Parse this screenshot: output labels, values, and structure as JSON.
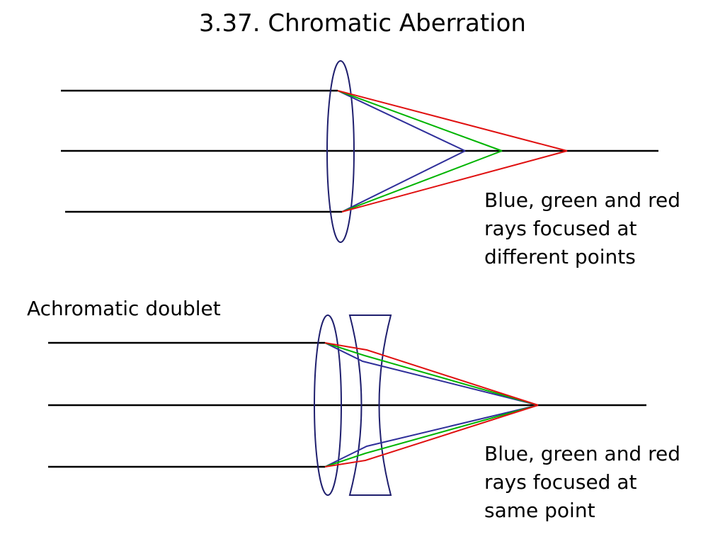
{
  "title": "3.37. Chromatic Aberration",
  "top_diagram": {
    "caption_lines": [
      "Blue, green and red",
      "rays focused at",
      "different points"
    ]
  },
  "bottom_diagram": {
    "label": "Achromatic doublet",
    "caption_lines": [
      "Blue, green and red",
      "rays focused at",
      "same point"
    ]
  },
  "colors": {
    "axis": "#000000",
    "lens": "#1f1f6e",
    "blue": "#2f2f9a",
    "green": "#00b400",
    "red": "#e01010"
  }
}
